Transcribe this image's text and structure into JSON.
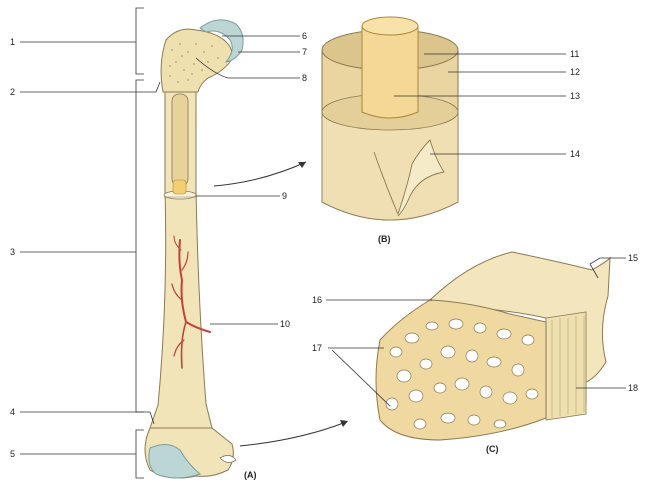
{
  "labels": {
    "n1": "1",
    "n2": "2",
    "n3": "3",
    "n4": "4",
    "n5": "5",
    "n6": "6",
    "n7": "7",
    "n8": "8",
    "n9": "9",
    "n10": "10",
    "n11": "11",
    "n12": "12",
    "n13": "13",
    "n14": "14",
    "n15": "15",
    "n16": "16",
    "n17": "17",
    "n18": "18"
  },
  "captions": {
    "a": "(A)",
    "b": "(B)",
    "c": "(C)"
  },
  "colors": {
    "bone": "#f1e4b8",
    "bone_shade": "#dcc58d",
    "cartilage": "#bcd6d6",
    "vessel": "#c0443a",
    "outline": "#8a7a55"
  }
}
